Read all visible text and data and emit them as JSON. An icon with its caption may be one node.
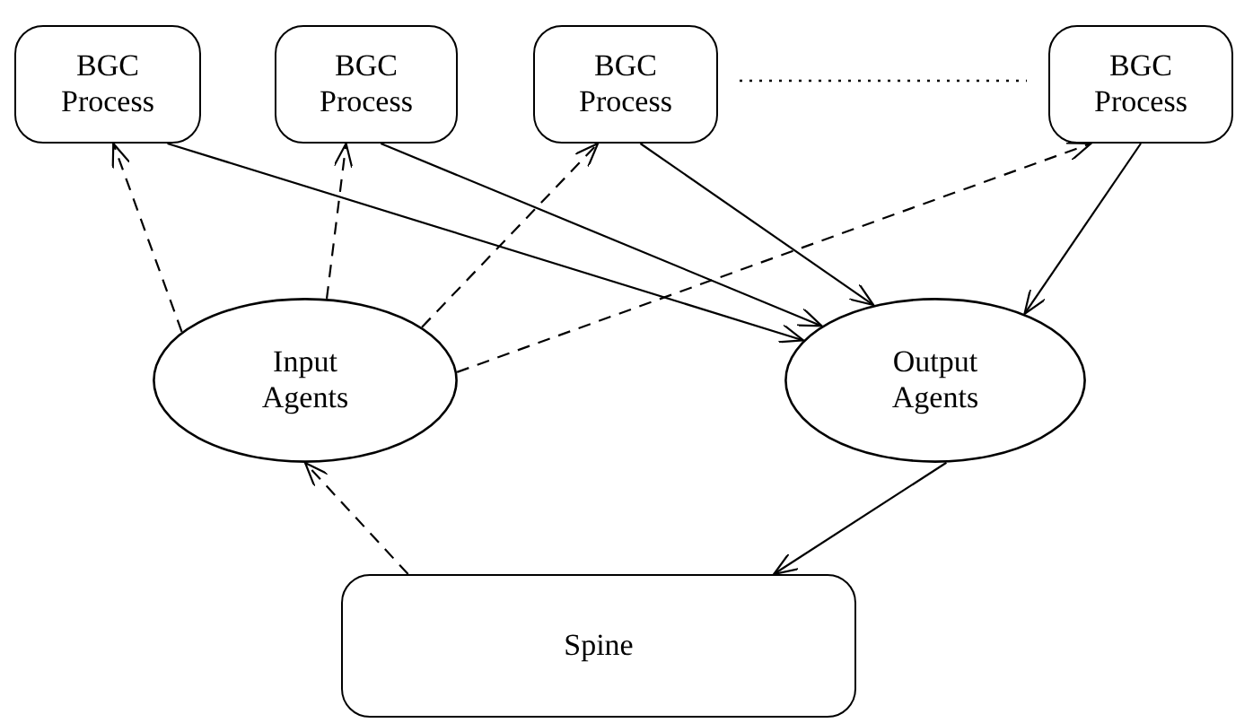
{
  "diagram": {
    "nodes": [
      {
        "text": [
          "BGC Process"
        ]
      },
      {
        "text": [
          "BGC Process"
        ]
      },
      {
        "text": [
          "BGC Process"
        ]
      },
      {
        "text": [
          "BGC Process"
        ]
      },
      {
        "text": [
          "Input Agents"
        ]
      },
      {
        "text": [
          "Output Agents"
        ]
      },
      {
        "text": [
          "Spine"
        ]
      }
    ],
    "edges": [
      {
        "from": 0,
        "to": 5,
        "arrow": "to"
      },
      {
        "from": 1,
        "to": 5,
        "arrow": "to"
      },
      {
        "from": 2,
        "to": 5,
        "arrow": "to"
      },
      {
        "from": 3,
        "to": 5,
        "arrow": "to"
      },
      {
        "from": 4,
        "to": 0,
        "arrow": "to",
        "style": "dashed"
      },
      {
        "from": 4,
        "to": 1,
        "arrow": "to",
        "style": "dashed"
      },
      {
        "from": 4,
        "to": 2,
        "arrow": "to",
        "style": "dashed"
      },
      {
        "from": 4,
        "to": 3,
        "arrow": "to",
        "style": "dashed"
      },
      {
        "from": 5,
        "to": 6,
        "arrow": "to"
      },
      {
        "from": 6,
        "to": 4,
        "arrow": "to",
        "style": "dashed"
      }
    ]
  }
}
